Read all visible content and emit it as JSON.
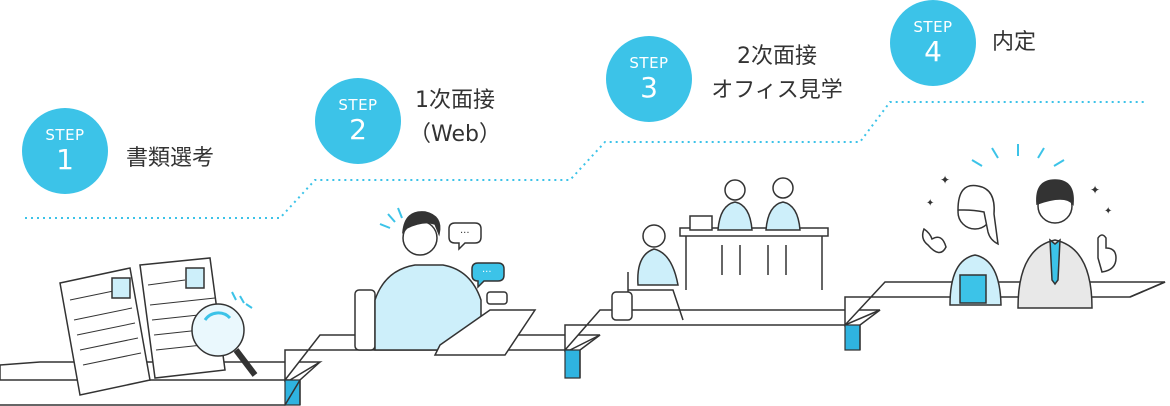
{
  "steps": [
    {
      "step": "STEP",
      "number": "1",
      "title": "書類選考"
    },
    {
      "step": "STEP",
      "number": "2",
      "title": "1次面接",
      "subtitle": "（Web）"
    },
    {
      "step": "STEP",
      "number": "3",
      "title": "2次面接",
      "subtitle": "オフィス見学"
    },
    {
      "step": "STEP",
      "number": "4",
      "title": "内定"
    }
  ],
  "colors": {
    "accent": "#3cc3e8",
    "line": "#333333",
    "stair_edge": "#2fb3e0"
  }
}
